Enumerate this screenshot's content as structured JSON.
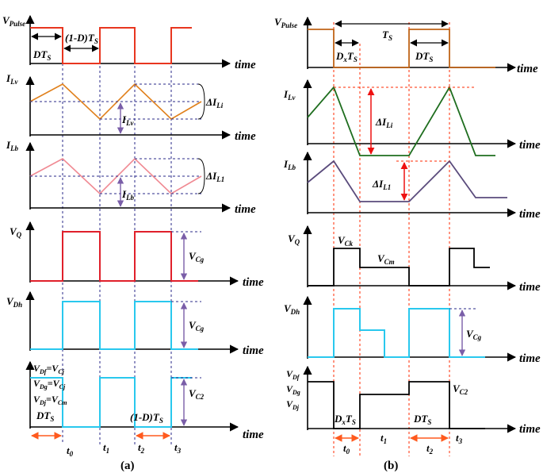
{
  "panel_a": {
    "caption": "(a)",
    "rows": {
      "vpulse": {
        "label_main": "V",
        "label_sub": "Pulse",
        "axis": "time"
      },
      "ilv": {
        "label_main": "I",
        "label_sub": "Lv",
        "axis": "time",
        "delta": "ΔI",
        "delta_sub": "Li",
        "arrow_main": "I",
        "arrow_sub": "Lv"
      },
      "ilb": {
        "label_main": "I",
        "label_sub": "Lb",
        "axis": "time",
        "delta": "ΔI",
        "delta_sub": "L1",
        "arrow_main": "I",
        "arrow_sub": "Lb"
      },
      "vq": {
        "label_main": "V",
        "label_sub": "Q",
        "axis": "time",
        "amp_main": "V",
        "amp_sub": "Cg"
      },
      "vdh": {
        "label_main": "V",
        "label_sub": "Dh",
        "axis": "time",
        "amp_main": "V",
        "amp_sub": "Cg"
      },
      "vdf": {
        "axis": "time",
        "line1": {
          "a": "V",
          "a_sub": "Df",
          "b": "=V",
          "b_sub": "Cj"
        },
        "line2": {
          "a": "V",
          "a_sub": "Dg",
          "b": "=V",
          "b_sub": "Cj"
        },
        "line3": {
          "a": "V",
          "a_sub": "Dj",
          "b": "=V",
          "b_sub": "Cm"
        },
        "amp_main": "V",
        "amp_sub": "C2"
      }
    },
    "dts": {
      "main": "DT",
      "sub": "S"
    },
    "one_minus_d": {
      "main": "(1-D)T",
      "sub": "S"
    },
    "dts_bottom": {
      "main": "DT",
      "sub": "S"
    },
    "one_minus_d_bottom": {
      "main": "(1-D)T",
      "sub": "S"
    },
    "time_marks": [
      {
        "main": "t",
        "sub": "0"
      },
      {
        "main": "t",
        "sub": "1"
      },
      {
        "main": "t",
        "sub": "2"
      },
      {
        "main": "t",
        "sub": "3"
      }
    ]
  },
  "panel_b": {
    "caption": "(b)",
    "rows": {
      "vpulse": {
        "label_main": "V",
        "label_sub": "Pulse",
        "axis": "time"
      },
      "ilv": {
        "label_main": "I",
        "label_sub": "Lv",
        "axis": "time",
        "delta": "ΔI",
        "delta_sub": "Li"
      },
      "ilb": {
        "label_main": "I",
        "label_sub": "Lb",
        "axis": "time",
        "delta": "ΔI",
        "delta_sub": "L1"
      },
      "vq": {
        "label_main": "V",
        "label_sub": "Q",
        "axis": "time",
        "vck_main": "V",
        "vck_sub": "Ck",
        "vcm_main": "V",
        "vcm_sub": "Cm"
      },
      "vdh": {
        "label_main": "V",
        "label_sub": "Dh",
        "axis": "time",
        "amp_main": "V",
        "amp_sub": "Cg"
      },
      "vdf": {
        "axis": "time",
        "l1_main": "V",
        "l1_sub": "Df",
        "l2_main": "V",
        "l2_sub": "Dg",
        "l3_main": "V",
        "l3_sub": "Dj",
        "amp_main": "V",
        "amp_sub": "C2"
      }
    },
    "ts": {
      "main": "T",
      "sub": "S"
    },
    "dxts": {
      "main": "D",
      "sub1": "x",
      "main2": "T",
      "sub2": "S"
    },
    "dts": {
      "main": "DT",
      "sub": "S"
    },
    "dxts_bottom": {
      "main": "D",
      "sub1": "x",
      "main2": "T",
      "sub2": "S"
    },
    "dts_bottom": {
      "main": "DT",
      "sub": "S"
    },
    "time_marks": [
      {
        "main": "t",
        "sub": "0"
      },
      {
        "main": "t",
        "sub": "1"
      },
      {
        "main": "t",
        "sub": "2"
      },
      {
        "main": "t",
        "sub": "3"
      }
    ]
  },
  "colors": {
    "pulse": "#e8361f",
    "ilv_a": "#e0801c",
    "ilb_a": "#f08a93",
    "vq": "#e0202b",
    "cyan": "#29c8ee",
    "dashed_a": "#2a2a8a",
    "dashed_b": "#ff2a00",
    "arrow_purple": "#7a5ea8",
    "arrow_red": "#ee1111",
    "ilv_b": "#1f6e1f",
    "ilb_b": "#5a4b7c",
    "orange_arrow": "#ff5a1e",
    "pulse_b": "#c06418"
  }
}
